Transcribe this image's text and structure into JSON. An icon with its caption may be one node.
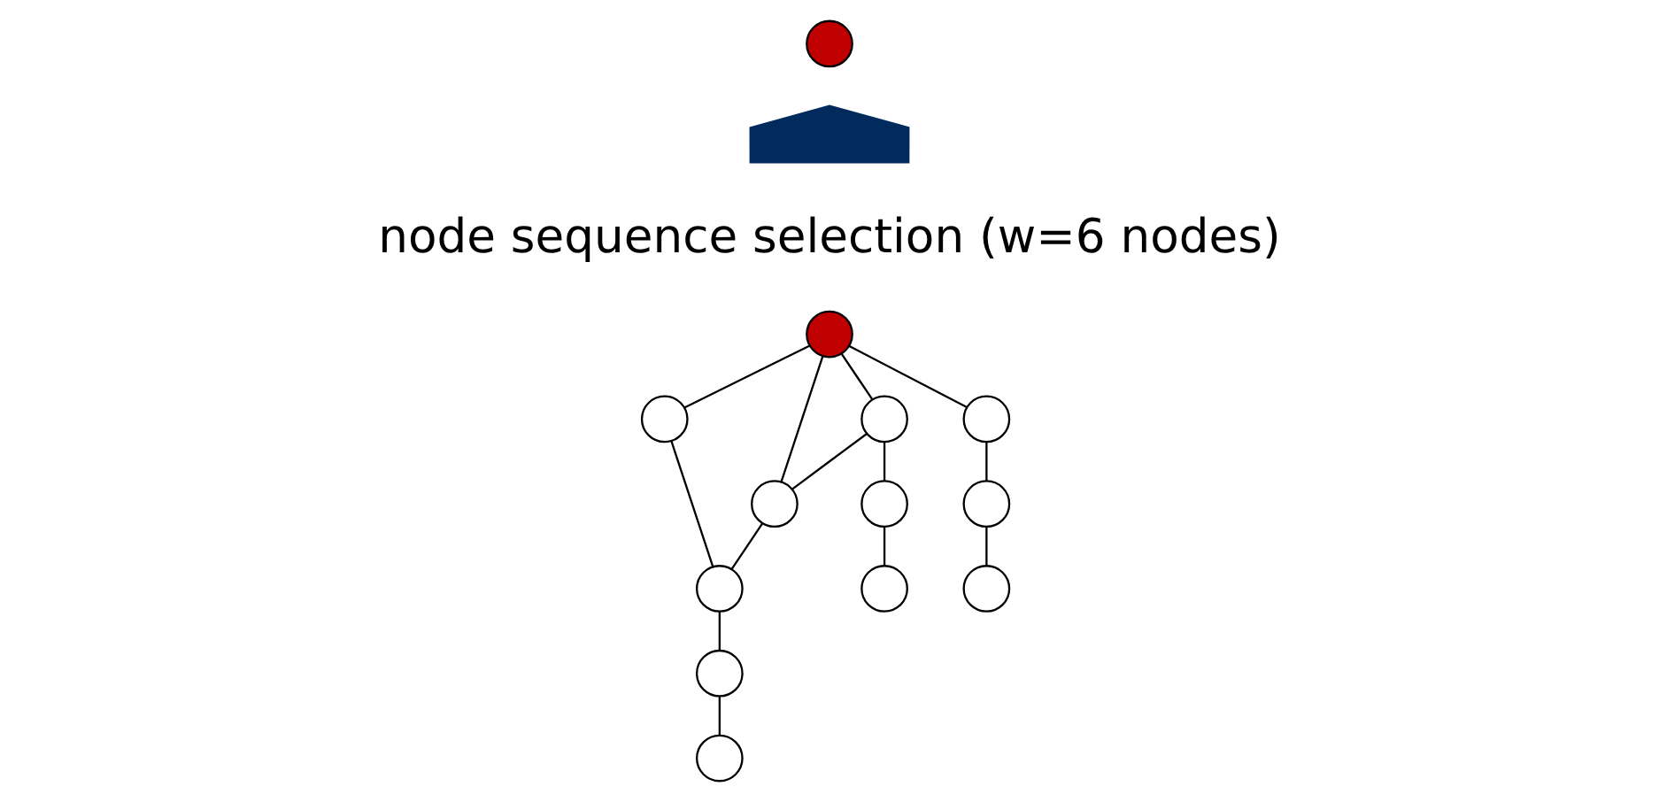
{
  "diagram": {
    "nodes": [
      {
        "text": [],
        "shape": "circle"
      },
      {
        "text": [],
        "shape": "arrow"
      },
      {
        "text": [],
        "shape": "circle"
      },
      {
        "text": [],
        "shape": "circle"
      },
      {
        "text": [],
        "shape": "circle"
      },
      {
        "text": [],
        "shape": "circle"
      },
      {
        "text": [],
        "shape": "circle"
      },
      {
        "text": [],
        "shape": "circle"
      },
      {
        "text": [],
        "shape": "circle"
      },
      {
        "text": [],
        "shape": "circle"
      },
      {
        "text": [],
        "shape": "circle"
      },
      {
        "text": [],
        "shape": "circle"
      },
      {
        "text": [],
        "shape": "circle"
      },
      {
        "text": [],
        "shape": "circle"
      }
    ],
    "edges": [
      {
        "from": 2,
        "to": 3,
        "arrow": "none"
      },
      {
        "from": 2,
        "to": 4,
        "arrow": "none"
      },
      {
        "from": 2,
        "to": 5,
        "arrow": "none"
      },
      {
        "from": 2,
        "to": 10,
        "arrow": "none"
      },
      {
        "from": 3,
        "to": 5,
        "arrow": "none"
      },
      {
        "from": 3,
        "to": 8,
        "arrow": "none"
      },
      {
        "from": 4,
        "to": 7,
        "arrow": "none"
      },
      {
        "from": 7,
        "to": 6,
        "arrow": "none"
      },
      {
        "from": 8,
        "to": 9,
        "arrow": "none"
      },
      {
        "from": 5,
        "to": 11,
        "arrow": "none"
      },
      {
        "from": 10,
        "to": 11,
        "arrow": "none"
      },
      {
        "from": 11,
        "to": 12,
        "arrow": "none"
      },
      {
        "from": 12,
        "to": 13,
        "arrow": "none"
      }
    ],
    "labels": [
      "node sequence selection (w=6 nodes)"
    ]
  }
}
